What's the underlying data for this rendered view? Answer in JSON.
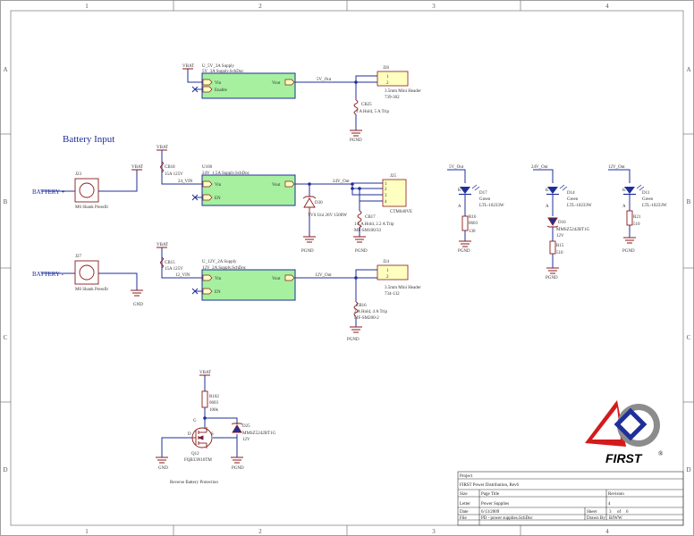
{
  "frame": {
    "col_labels": [
      "1",
      "2",
      "3",
      "4"
    ],
    "row_labels": [
      "A",
      "B",
      "C",
      "D"
    ]
  },
  "colors": {
    "wire": "#1f2f9a",
    "part": "#8a1a1a",
    "block_fill": "#a6f0a0",
    "connector_fill": "#ffffc0",
    "led_fill": "#1f2f9a",
    "pin_fill": "#ffffc0"
  },
  "headings": {
    "battery_input": "Battery Input",
    "battery_plus": "BATTERY +",
    "battery_minus": "BATTERY -",
    "reverse_protection": "Reverse Battery Protection"
  },
  "power_labels": {
    "vbat": "VBAT",
    "gnd": "GND",
    "pgnd": "PGND"
  },
  "blocks": {
    "u5v": {
      "designator": "U_5V_3A Supply",
      "file": "5V_3A Supply.SchDoc",
      "pin_vin": "Vin",
      "pin_enable": "Enable",
      "pin_vout": "Vout"
    },
    "u100": {
      "designator": "U100",
      "file": "24V_1.5A Supply.SchDoc",
      "pin_vin": "Vin",
      "pin_en": "EN",
      "pin_vout": "Vout"
    },
    "u12v": {
      "designator": "U_12V_2A Supply",
      "file": "12V_2A Supply.SchDoc",
      "pin_vin": "Vin",
      "pin_en": "EN",
      "pin_vout": "Vout"
    }
  },
  "nets": {
    "v5_out": "5V_Out",
    "v24_out": "24V_Out",
    "v12_out": "12V_Out",
    "v24_vin": "24_VIN",
    "v12_vin": "12_VIN"
  },
  "connectors": {
    "j26": {
      "ref": "J26",
      "pins": [
        "1",
        "2"
      ],
      "desc1": "3.5mm Mini Header",
      "desc2": "739-302"
    },
    "j25": {
      "ref": "J25",
      "pins": [
        "1",
        "2",
        "3",
        "4"
      ],
      "desc1": "CTM040VE"
    },
    "j24": {
      "ref": "J24",
      "pins": [
        "1",
        "2"
      ],
      "desc1": "3.5mm Mini Header",
      "desc2": "734-132"
    },
    "j23": {
      "ref": "J23",
      "desc": "M6 Shank Pressfit"
    },
    "j27": {
      "ref": "J27",
      "desc": "M6 Shank Pressfit"
    }
  },
  "fuses": {
    "cb25": {
      "ref": "CB25",
      "desc": "3 A Hold, 5 A Trip"
    },
    "cb17": {
      "ref": "CB17",
      "desc1": "1.1 A Hold, 2.2 A Trip",
      "desc2": "MF-SM100/33"
    },
    "cb16": {
      "ref": "CB16",
      "desc1": "2 A Hold, 4 A Trip",
      "desc2": "MF-SM200-2"
    },
    "cb18": {
      "ref": "CB18",
      "desc": "15A 125V"
    },
    "cb15": {
      "ref": "CB15",
      "desc": "15A 125V"
    }
  },
  "tvs": {
    "ref": "D30",
    "desc": "TVS Uni 26V 1500W"
  },
  "leds": {
    "d17": {
      "ref": "D17",
      "color": "Green",
      "part": "LTL-10233W",
      "net": "5V_Out",
      "k": "K",
      "a": "A"
    },
    "d14": {
      "ref": "D14",
      "color": "Green",
      "part": "LTL-10233W",
      "net": "24V_Out",
      "k": "K",
      "a": "A"
    },
    "d11": {
      "ref": "D11",
      "color": "Green",
      "part": "LTL-10233W",
      "net": "12V_Out",
      "k": "K",
      "a": "A"
    }
  },
  "resistors": {
    "r16": {
      "ref": "R16",
      "pkg": "0603",
      "value": "130"
    },
    "r15": {
      "ref": "R15",
      "value": "510"
    },
    "r21": {
      "ref": "R21",
      "value": "510"
    },
    "r102": {
      "ref": "R102",
      "pkg": "0603",
      "value": "100k"
    }
  },
  "zeners": {
    "d16": {
      "ref": "D16",
      "part": "MMSZ5242BT1G",
      "value": "12V"
    },
    "d25": {
      "ref": "D25",
      "part": "MMSZ5242BT1G",
      "value": "12V"
    }
  },
  "mosfet": {
    "ref": "Q12",
    "part": "FQB33N10TM",
    "pin_g": "G",
    "pin_d": "D",
    "pin_s": "S"
  },
  "logo": {
    "text": "FIRST",
    "mark": "®"
  },
  "title_block": {
    "project_label": "Project",
    "project_value": "FIRST Power Distribution, Rev6",
    "size_label": "Size",
    "page_title_label": "Page Title",
    "revision_label": "Revision",
    "size_value": "Letter",
    "page_title_value": "Power Supplies",
    "revision_value": "4",
    "date_label": "Date",
    "date_value": "6/13/2009",
    "sheet_label": "Sheet",
    "sheet_value": "3",
    "of_label": "of",
    "sheet_total": "6",
    "file_label": "File",
    "file_value": "PD - power supplies.SchDoc",
    "drawn_label": "Drawn By",
    "drawn_value": "BJWW"
  }
}
